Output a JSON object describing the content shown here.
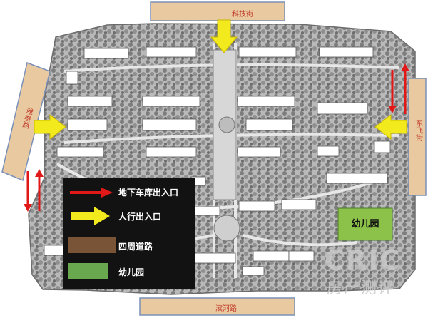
{
  "roads": {
    "north": "科技街",
    "west": "潍泰路",
    "east": "东飞街",
    "south": "滨河路"
  },
  "legend": {
    "items": [
      {
        "label": "地下车库出入口",
        "symbol": "red-arrow"
      },
      {
        "label": "人行出入口",
        "symbol": "yellow-arrow"
      },
      {
        "label": "四周道路",
        "symbol": "road-swatch"
      },
      {
        "label": "幼儿园",
        "symbol": "kindergarten-swatch"
      }
    ]
  },
  "kindergarten_label": "幼儿园",
  "watermark": {
    "main": "CRIC",
    "sub": "房产测评"
  },
  "colors": {
    "road_fill": "#e8c9a0",
    "road_border": "#7a90b8",
    "pedestrian_arrow": "#f2ea1c",
    "garage_arrow": "#e01818",
    "kindergarten": "#8cc14a",
    "legend_bg": "#121212",
    "legend_road_swatch": "#7a5436",
    "legend_kg_swatch": "#6aa84f"
  }
}
